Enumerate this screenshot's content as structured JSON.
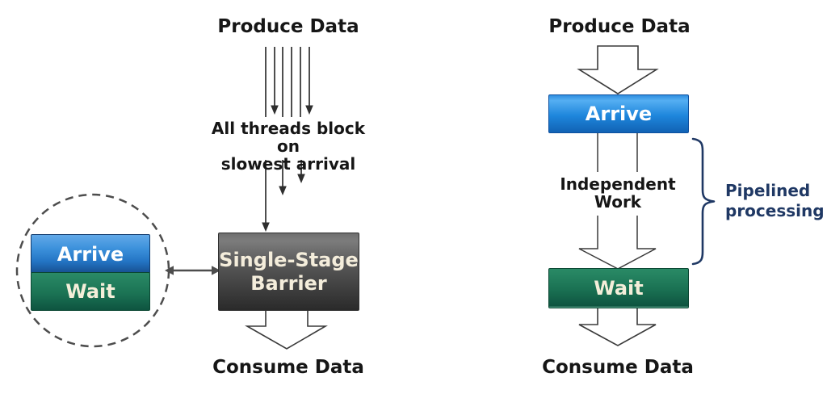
{
  "left_diagram": {
    "produce_label": "Produce Data",
    "note_line1": "All threads block on",
    "note_line2": "slowest arrival",
    "barrier_line1": "Single-Stage",
    "barrier_line2": "Barrier",
    "arrive_label": "Arrive",
    "wait_label": "Wait",
    "consume_label": "Consume Data"
  },
  "right_diagram": {
    "produce_label": "Produce Data",
    "arrive_label": "Arrive",
    "independent_line1": "Independent",
    "independent_line2": "Work",
    "wait_label": "Wait",
    "consume_label": "Consume Data",
    "annotation_line1": "Pipelined",
    "annotation_line2": "processing"
  },
  "icons": {
    "thread_arrows": "thin down arrows representing threads",
    "block_arrow": "hollow block arrow pointing down",
    "double_arrow": "horizontal double-headed arrow",
    "dashed_circle": "dashed circle magnifier around arrive/wait",
    "brace": "right curly brace grouping pipelined region"
  },
  "colors": {
    "arrive_blue": "#1e86dc",
    "wait_green": "#1b7354",
    "barrier_gray_top": "#7c7c7c",
    "barrier_gray_bottom": "#2a2a2a",
    "annotation_navy": "#1f3864",
    "line_dark": "#2e2e2e",
    "text_black": "#161616",
    "box_text_cream": "#f4eddb"
  }
}
